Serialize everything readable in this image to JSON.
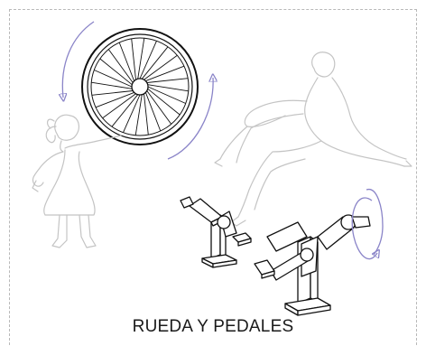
{
  "caption": "RUEDA Y PEDALES",
  "colors": {
    "ink": "#111111",
    "ghost": "#c4c4c4",
    "arrow": "#8a84c8",
    "frame": "#b8b8b8"
  },
  "illustration": {
    "elements": [
      "spoked-wheel",
      "child-figure",
      "reclining-man-figure",
      "pedal-machine-small",
      "pedal-machine-large",
      "rotation-arrows"
    ]
  }
}
